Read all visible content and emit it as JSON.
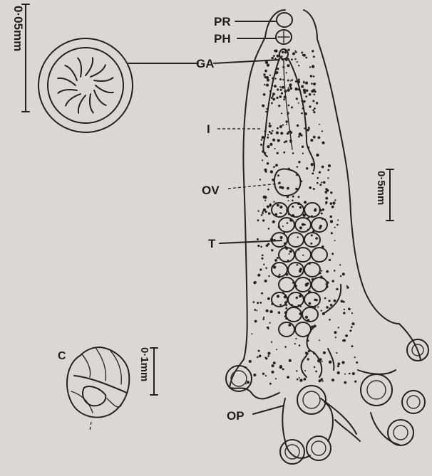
{
  "figure": {
    "labels": {
      "pr": "PR",
      "ph": "PH",
      "ga": "GA",
      "i": "I",
      "ov": "OV",
      "t": "T",
      "op": "OP",
      "c": "C"
    },
    "scale_bars": {
      "gonotyl": "0·05mm",
      "body": "0·5mm",
      "sucker": "0·1mm"
    }
  },
  "colors": {
    "paper": "#d9d8d4",
    "ink": "#222222"
  }
}
